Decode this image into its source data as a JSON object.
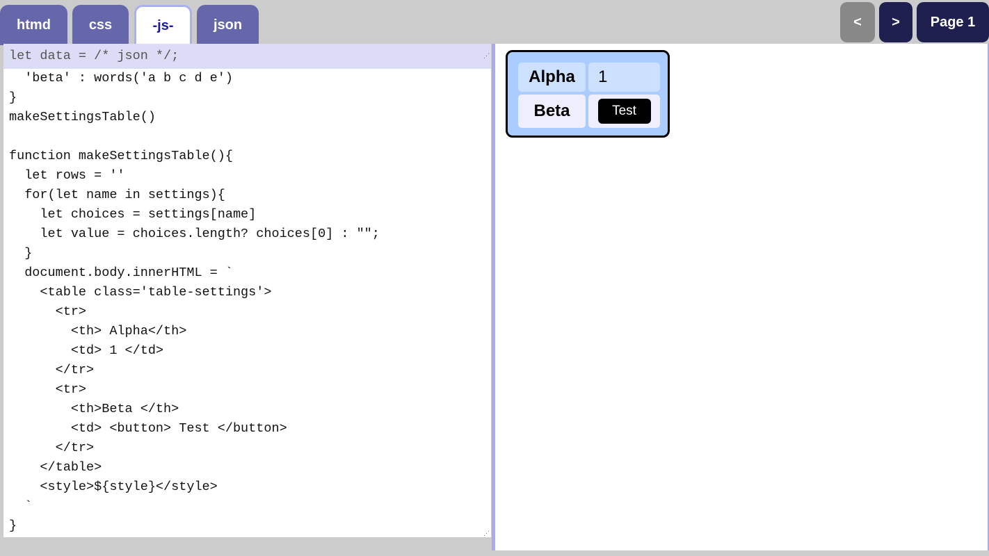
{
  "tabs": [
    {
      "label": "htmd",
      "active": false
    },
    {
      "label": "css",
      "active": false
    },
    {
      "label": "-js-",
      "active": true
    },
    {
      "label": "json",
      "active": false
    }
  ],
  "nav": {
    "prev_label": "<",
    "next_label": ">",
    "page_label": "Page 1"
  },
  "editor": {
    "header_line": "let data = /* json */;",
    "code": "  'beta' : words('a b c d e')\n}\nmakeSettingsTable()\n\nfunction makeSettingsTable(){\n  let rows = ''\n  for(let name in settings){\n    let choices = settings[name]\n    let value = choices.length? choices[0] : \"\";\n  }\n  document.body.innerHTML = `\n    <table class='table-settings'>\n      <tr>\n        <th> Alpha</th>\n        <td> 1 </td>\n      </tr>\n      <tr>\n        <th>Beta </th>\n        <td> <button> Test </button>\n      </tr>\n    </table>\n    <style>${style}</style>\n  `\n}"
  },
  "preview": {
    "rows": [
      {
        "header": "Alpha",
        "value": "1"
      },
      {
        "header": "Beta",
        "button": "Test"
      }
    ]
  },
  "colors": {
    "tab": "#6667aa",
    "nav": "#202050",
    "nav_disabled": "#888888",
    "table_bg": "#aaccff"
  }
}
